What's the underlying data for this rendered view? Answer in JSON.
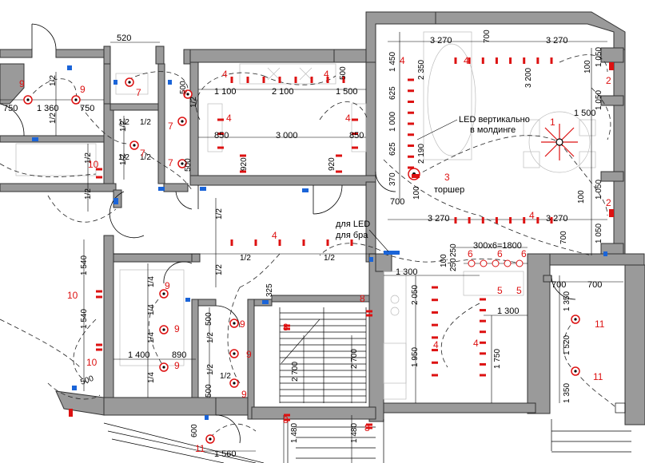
{
  "colors": {
    "wall": "#9a9a9a",
    "fixture": "#d11111",
    "switch": "#1a64d8",
    "line": "#000000"
  },
  "annotations": {
    "led_vertical_1": "LED вертикально",
    "led_vertical_2": "в молдинге",
    "torsher": "торшер",
    "for_led": "для LED",
    "for_bra": "для бра",
    "spacing_note": "300x6=1800"
  },
  "dimensions": {
    "d520": "520",
    "d750a": "750",
    "d1360": "1 360",
    "d750b": "750",
    "d1100": "1 100",
    "d2100": "2 100",
    "d1500a": "1 500",
    "d850a": "850",
    "d3000": "3 000",
    "d850b": "850",
    "d920a": "920",
    "d920b": "920",
    "d500a": "500",
    "d500b": "500",
    "d500c": "500",
    "d3270a": "3 270",
    "d700a": "700",
    "d3270b": "3 270",
    "d1450": "1 450",
    "d2350": "2 350",
    "d3200": "3 200",
    "d1050a": "1 050",
    "d100a": "100",
    "d1050b": "1 050",
    "d1500b": "1 500",
    "d625a": "625",
    "d1000": "1 000",
    "d625b": "625",
    "d2190": "2 190",
    "d370": "370",
    "d100b": "100",
    "d700b": "700",
    "d1050c": "1 050",
    "d100c": "100",
    "d1050d": "1 050",
    "d3270c": "3 270",
    "d3270d": "3 270",
    "d700c": "700",
    "d1540a": "1 540",
    "d1540b": "1 540",
    "d1400": "1 400",
    "d890": "890",
    "d500d": "500",
    "d500e": "500",
    "d325": "325",
    "d1300a": "1 300",
    "d2050": "2 050",
    "d1950": "1 950",
    "d1300b": "1 300",
    "d1750": "1 750",
    "d250a": "250",
    "d250b": "250",
    "d100d": "100",
    "d700d": "700",
    "d700e": "700",
    "d1350a": "1 350",
    "d1520": "1 520",
    "d1350b": "1 350",
    "d2700a": "2 700",
    "d2700b": "2 700",
    "d1480a": "1 480",
    "d1480b": "1 480",
    "d600": "600",
    "d1560": "1 560",
    "d500f": "500"
  },
  "halves": [
    "1/2",
    "1/4"
  ],
  "fixture_numbers": {
    "n1": "1",
    "n2": "2",
    "n3": "3",
    "n4": "4",
    "n5": "5",
    "n6": "6",
    "n7": "7",
    "n8": "8",
    "n9": "9",
    "n10": "10",
    "n11": "11"
  }
}
